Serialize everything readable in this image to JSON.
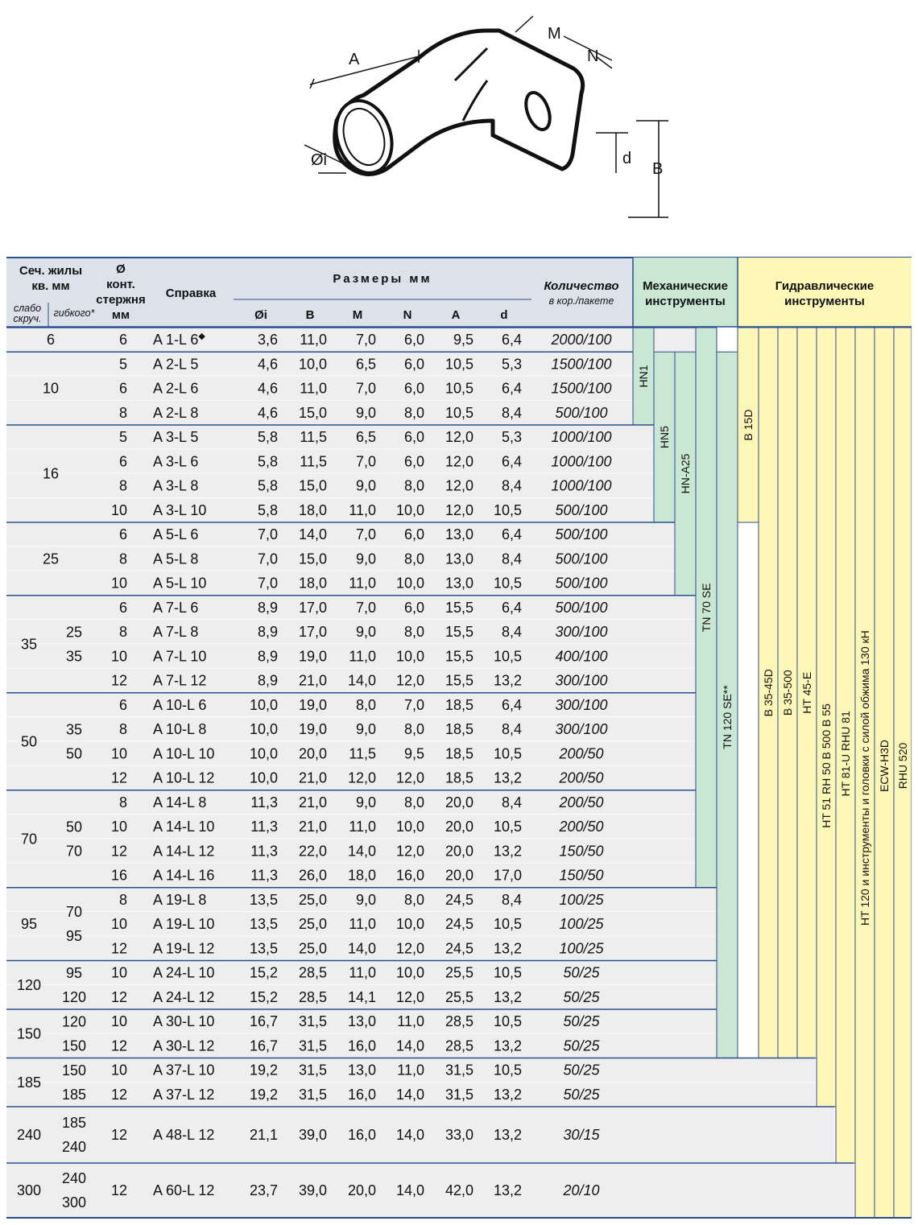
{
  "drawing": {
    "labels": {
      "A": "A",
      "M": "M",
      "N": "N",
      "d": "d",
      "B": "B",
      "oi": "Øi"
    }
  },
  "header": {
    "col_section_1": "Сеч. жилы",
    "col_section_2": "кв. мм",
    "col_section_sub1a": "слабо",
    "col_section_sub1b": "скруч.",
    "col_section_sub2": "гибкого*",
    "col_rod_1": "Ø",
    "col_rod_2": "конт.",
    "col_rod_3": "стержня",
    "col_rod_4": "мм",
    "col_ref": "Справка",
    "col_dims": "Размеры мм",
    "dim_oi": "Øi",
    "dim_b": "B",
    "dim_m": "M",
    "dim_n": "N",
    "dim_a": "A",
    "dim_d": "d",
    "col_qty_1": "Количество",
    "col_qty_2": "в кор./пакете",
    "mech_1": "Механические",
    "mech_2": "инструменты",
    "hyd_1": "Гидравлические",
    "hyd_2": "инструменты"
  },
  "groups": [
    {
      "sec": "6",
      "flex": []
    },
    {
      "sec": "10",
      "flex": []
    },
    {
      "sec": "16",
      "flex": []
    },
    {
      "sec": "25",
      "flex": []
    },
    {
      "sec": "35",
      "flex": [
        "25",
        "35"
      ]
    },
    {
      "sec": "50",
      "flex": [
        "35",
        "50"
      ]
    },
    {
      "sec": "70",
      "flex": [
        "50",
        "70"
      ]
    },
    {
      "sec": "95",
      "flex": [
        "70",
        "95"
      ]
    },
    {
      "sec": "120",
      "flex": [
        "95",
        "120"
      ]
    },
    {
      "sec": "150",
      "flex": [
        "120",
        "150"
      ]
    },
    {
      "sec": "185",
      "flex": [
        "150",
        "185"
      ]
    },
    {
      "sec": "240",
      "flex": [
        "185",
        "240"
      ]
    },
    {
      "sec": "300",
      "flex": [
        "240",
        "300"
      ]
    }
  ],
  "rows": [
    {
      "rod": "6",
      "ref": "A 1-L 6",
      "mark": "◆",
      "oi": "3,6",
      "b": "11,0",
      "m": "7,0",
      "n": "6,0",
      "a": "9,5",
      "d": "6,4",
      "qty": "2000/100"
    },
    {
      "rod": "5",
      "ref": "A 2-L 5",
      "oi": "4,6",
      "b": "10,0",
      "m": "6,5",
      "n": "6,0",
      "a": "10,5",
      "d": "5,3",
      "qty": "1500/100"
    },
    {
      "rod": "6",
      "ref": "A 2-L 6",
      "oi": "4,6",
      "b": "11,0",
      "m": "7,0",
      "n": "6,0",
      "a": "10,5",
      "d": "6,4",
      "qty": "1500/100"
    },
    {
      "rod": "8",
      "ref": "A 2-L 8",
      "oi": "4,6",
      "b": "15,0",
      "m": "9,0",
      "n": "8,0",
      "a": "10,5",
      "d": "8,4",
      "qty": "500/100"
    },
    {
      "rod": "5",
      "ref": "A 3-L 5",
      "oi": "5,8",
      "b": "11,5",
      "m": "6,5",
      "n": "6,0",
      "a": "12,0",
      "d": "5,3",
      "qty": "1000/100"
    },
    {
      "rod": "6",
      "ref": "A 3-L 6",
      "oi": "5,8",
      "b": "11,5",
      "m": "7,0",
      "n": "6,0",
      "a": "12,0",
      "d": "6,4",
      "qty": "1000/100"
    },
    {
      "rod": "8",
      "ref": "A 3-L 8",
      "oi": "5,8",
      "b": "15,0",
      "m": "9,0",
      "n": "8,0",
      "a": "12,0",
      "d": "8,4",
      "qty": "1000/100"
    },
    {
      "rod": "10",
      "ref": "A 3-L 10",
      "oi": "5,8",
      "b": "18,0",
      "m": "11,0",
      "n": "10,0",
      "a": "12,0",
      "d": "10,5",
      "qty": "500/100"
    },
    {
      "rod": "6",
      "ref": "A 5-L 6",
      "oi": "7,0",
      "b": "14,0",
      "m": "7,0",
      "n": "6,0",
      "a": "13,0",
      "d": "6,4",
      "qty": "500/100"
    },
    {
      "rod": "8",
      "ref": "A 5-L 8",
      "oi": "7,0",
      "b": "15,0",
      "m": "9,0",
      "n": "8,0",
      "a": "13,0",
      "d": "8,4",
      "qty": "500/100"
    },
    {
      "rod": "10",
      "ref": "A 5-L 10",
      "oi": "7,0",
      "b": "18,0",
      "m": "11,0",
      "n": "10,0",
      "a": "13,0",
      "d": "10,5",
      "qty": "500/100"
    },
    {
      "rod": "6",
      "ref": "A 7-L 6",
      "oi": "8,9",
      "b": "17,0",
      "m": "7,0",
      "n": "6,0",
      "a": "15,5",
      "d": "6,4",
      "qty": "500/100"
    },
    {
      "rod": "8",
      "ref": "A 7-L 8",
      "oi": "8,9",
      "b": "17,0",
      "m": "9,0",
      "n": "8,0",
      "a": "15,5",
      "d": "8,4",
      "qty": "300/100"
    },
    {
      "rod": "10",
      "ref": "A 7-L 10",
      "oi": "8,9",
      "b": "19,0",
      "m": "11,0",
      "n": "10,0",
      "a": "15,5",
      "d": "10,5",
      "qty": "400/100"
    },
    {
      "rod": "12",
      "ref": "A 7-L 12",
      "oi": "8,9",
      "b": "21,0",
      "m": "14,0",
      "n": "12,0",
      "a": "15,5",
      "d": "13,2",
      "qty": "300/100"
    },
    {
      "rod": "6",
      "ref": "A 10-L 6",
      "oi": "10,0",
      "b": "19,0",
      "m": "8,0",
      "n": "7,0",
      "a": "18,5",
      "d": "6,4",
      "qty": "300/100"
    },
    {
      "rod": "8",
      "ref": "A 10-L 8",
      "oi": "10,0",
      "b": "19,0",
      "m": "9,0",
      "n": "8,0",
      "a": "18,5",
      "d": "8,4",
      "qty": "300/100"
    },
    {
      "rod": "10",
      "ref": "A 10-L 10",
      "oi": "10,0",
      "b": "20,0",
      "m": "11,5",
      "n": "9,5",
      "a": "18,5",
      "d": "10,5",
      "qty": "200/50"
    },
    {
      "rod": "12",
      "ref": "A 10-L 12",
      "oi": "10,0",
      "b": "21,0",
      "m": "12,0",
      "n": "12,0",
      "a": "18,5",
      "d": "13,2",
      "qty": "200/50"
    },
    {
      "rod": "8",
      "ref": "A 14-L 8",
      "oi": "11,3",
      "b": "21,0",
      "m": "9,0",
      "n": "8,0",
      "a": "20,0",
      "d": "8,4",
      "qty": "200/50"
    },
    {
      "rod": "10",
      "ref": "A 14-L 10",
      "oi": "11,3",
      "b": "21,0",
      "m": "11,0",
      "n": "10,0",
      "a": "20,0",
      "d": "10,5",
      "qty": "200/50"
    },
    {
      "rod": "12",
      "ref": "A 14-L 12",
      "oi": "11,3",
      "b": "22,0",
      "m": "14,0",
      "n": "12,0",
      "a": "20,0",
      "d": "13,2",
      "qty": "150/50"
    },
    {
      "rod": "16",
      "ref": "A 14-L 16",
      "oi": "11,3",
      "b": "26,0",
      "m": "18,0",
      "n": "16,0",
      "a": "20,0",
      "d": "17,0",
      "qty": "150/50"
    },
    {
      "rod": "8",
      "ref": "A 19-L 8",
      "oi": "13,5",
      "b": "25,0",
      "m": "9,0",
      "n": "8,0",
      "a": "24,5",
      "d": "8,4",
      "qty": "100/25"
    },
    {
      "rod": "10",
      "ref": "A 19-L 10",
      "oi": "13,5",
      "b": "25,0",
      "m": "11,0",
      "n": "10,0",
      "a": "24,5",
      "d": "10,5",
      "qty": "100/25"
    },
    {
      "rod": "12",
      "ref": "A 19-L 12",
      "oi": "13,5",
      "b": "25,0",
      "m": "14,0",
      "n": "12,0",
      "a": "24,5",
      "d": "13,2",
      "qty": "100/25"
    },
    {
      "rod": "10",
      "ref": "A 24-L 10",
      "oi": "15,2",
      "b": "28,5",
      "m": "11,0",
      "n": "10,0",
      "a": "25,5",
      "d": "10,5",
      "qty": "50/25"
    },
    {
      "rod": "12",
      "ref": "A 24-L 12",
      "oi": "15,2",
      "b": "28,5",
      "m": "14,1",
      "n": "12,0",
      "a": "25,5",
      "d": "13,2",
      "qty": "50/25"
    },
    {
      "rod": "10",
      "ref": "A 30-L 10",
      "oi": "16,7",
      "b": "31,5",
      "m": "13,0",
      "n": "11,0",
      "a": "28,5",
      "d": "10,5",
      "qty": "50/25"
    },
    {
      "rod": "12",
      "ref": "A 30-L 12",
      "oi": "16,7",
      "b": "31,5",
      "m": "16,0",
      "n": "14,0",
      "a": "28,5",
      "d": "13,2",
      "qty": "50/25"
    },
    {
      "rod": "10",
      "ref": "A 37-L 10",
      "oi": "19,2",
      "b": "31,5",
      "m": "13,0",
      "n": "11,0",
      "a": "31,5",
      "d": "10,5",
      "qty": "50/25"
    },
    {
      "rod": "12",
      "ref": "A 37-L 12",
      "oi": "19,2",
      "b": "31,5",
      "m": "16,0",
      "n": "14,0",
      "a": "31,5",
      "d": "13,2",
      "qty": "50/25"
    },
    {
      "rod": "12",
      "ref": "A 48-L 12",
      "oi": "21,1",
      "b": "39,0",
      "m": "16,0",
      "n": "14,0",
      "a": "33,0",
      "d": "13,2",
      "qty": "30/15"
    },
    {
      "rod": "12",
      "ref": "A 60-L 12",
      "oi": "23,7",
      "b": "39,0",
      "m": "20,0",
      "n": "14,0",
      "a": "42,0",
      "d": "13,2",
      "qty": "20/10"
    }
  ],
  "tools": {
    "HN1": "HN1",
    "HN5": "HN5",
    "HNA25": "HN-A25",
    "TN70SE": "TN 70 SE",
    "TN120SE": "TN 120 SE**",
    "B15D": "B 15D",
    "B3545D": "B 35-45D",
    "B35500": "B 35-500",
    "HT45E": "HT 45-E",
    "HT51": "HT 51   RH 50   B 500   B 55",
    "HT81U": "HT 81-U   RHU 81",
    "HT120": "HT 120 и инструменты и головки с силой обжима 130 кН",
    "ECWH3D": "ECW-H3D",
    "RHU520": "RHU 520"
  },
  "colors": {
    "header_bg": "#dde1ea",
    "row_bg": "#eeeeee",
    "mech": "#c9e7d3",
    "hyd": "#fdf7b7",
    "rule": "#2a4e8f"
  }
}
